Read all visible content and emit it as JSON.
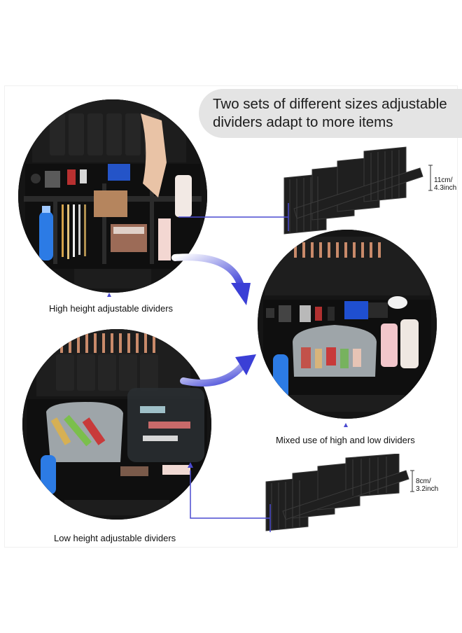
{
  "banner": {
    "line1": "Two sets of different sizes adjustable",
    "line2": "dividers adapt to more items"
  },
  "captions": {
    "high": "High height adjustable dividers",
    "mixed": "Mixed use of high and low dividers",
    "low": "Low height adjustable dividers"
  },
  "dimensions": {
    "high_cm": "11cm/",
    "high_inch": "4.3inch",
    "low_cm": "8cm/",
    "low_inch": "3.2inch"
  },
  "palette": {
    "arrow": "#3b3fd6",
    "connector": "#4a4ad0",
    "case": "#111111",
    "banner": "#e4e4e4"
  }
}
